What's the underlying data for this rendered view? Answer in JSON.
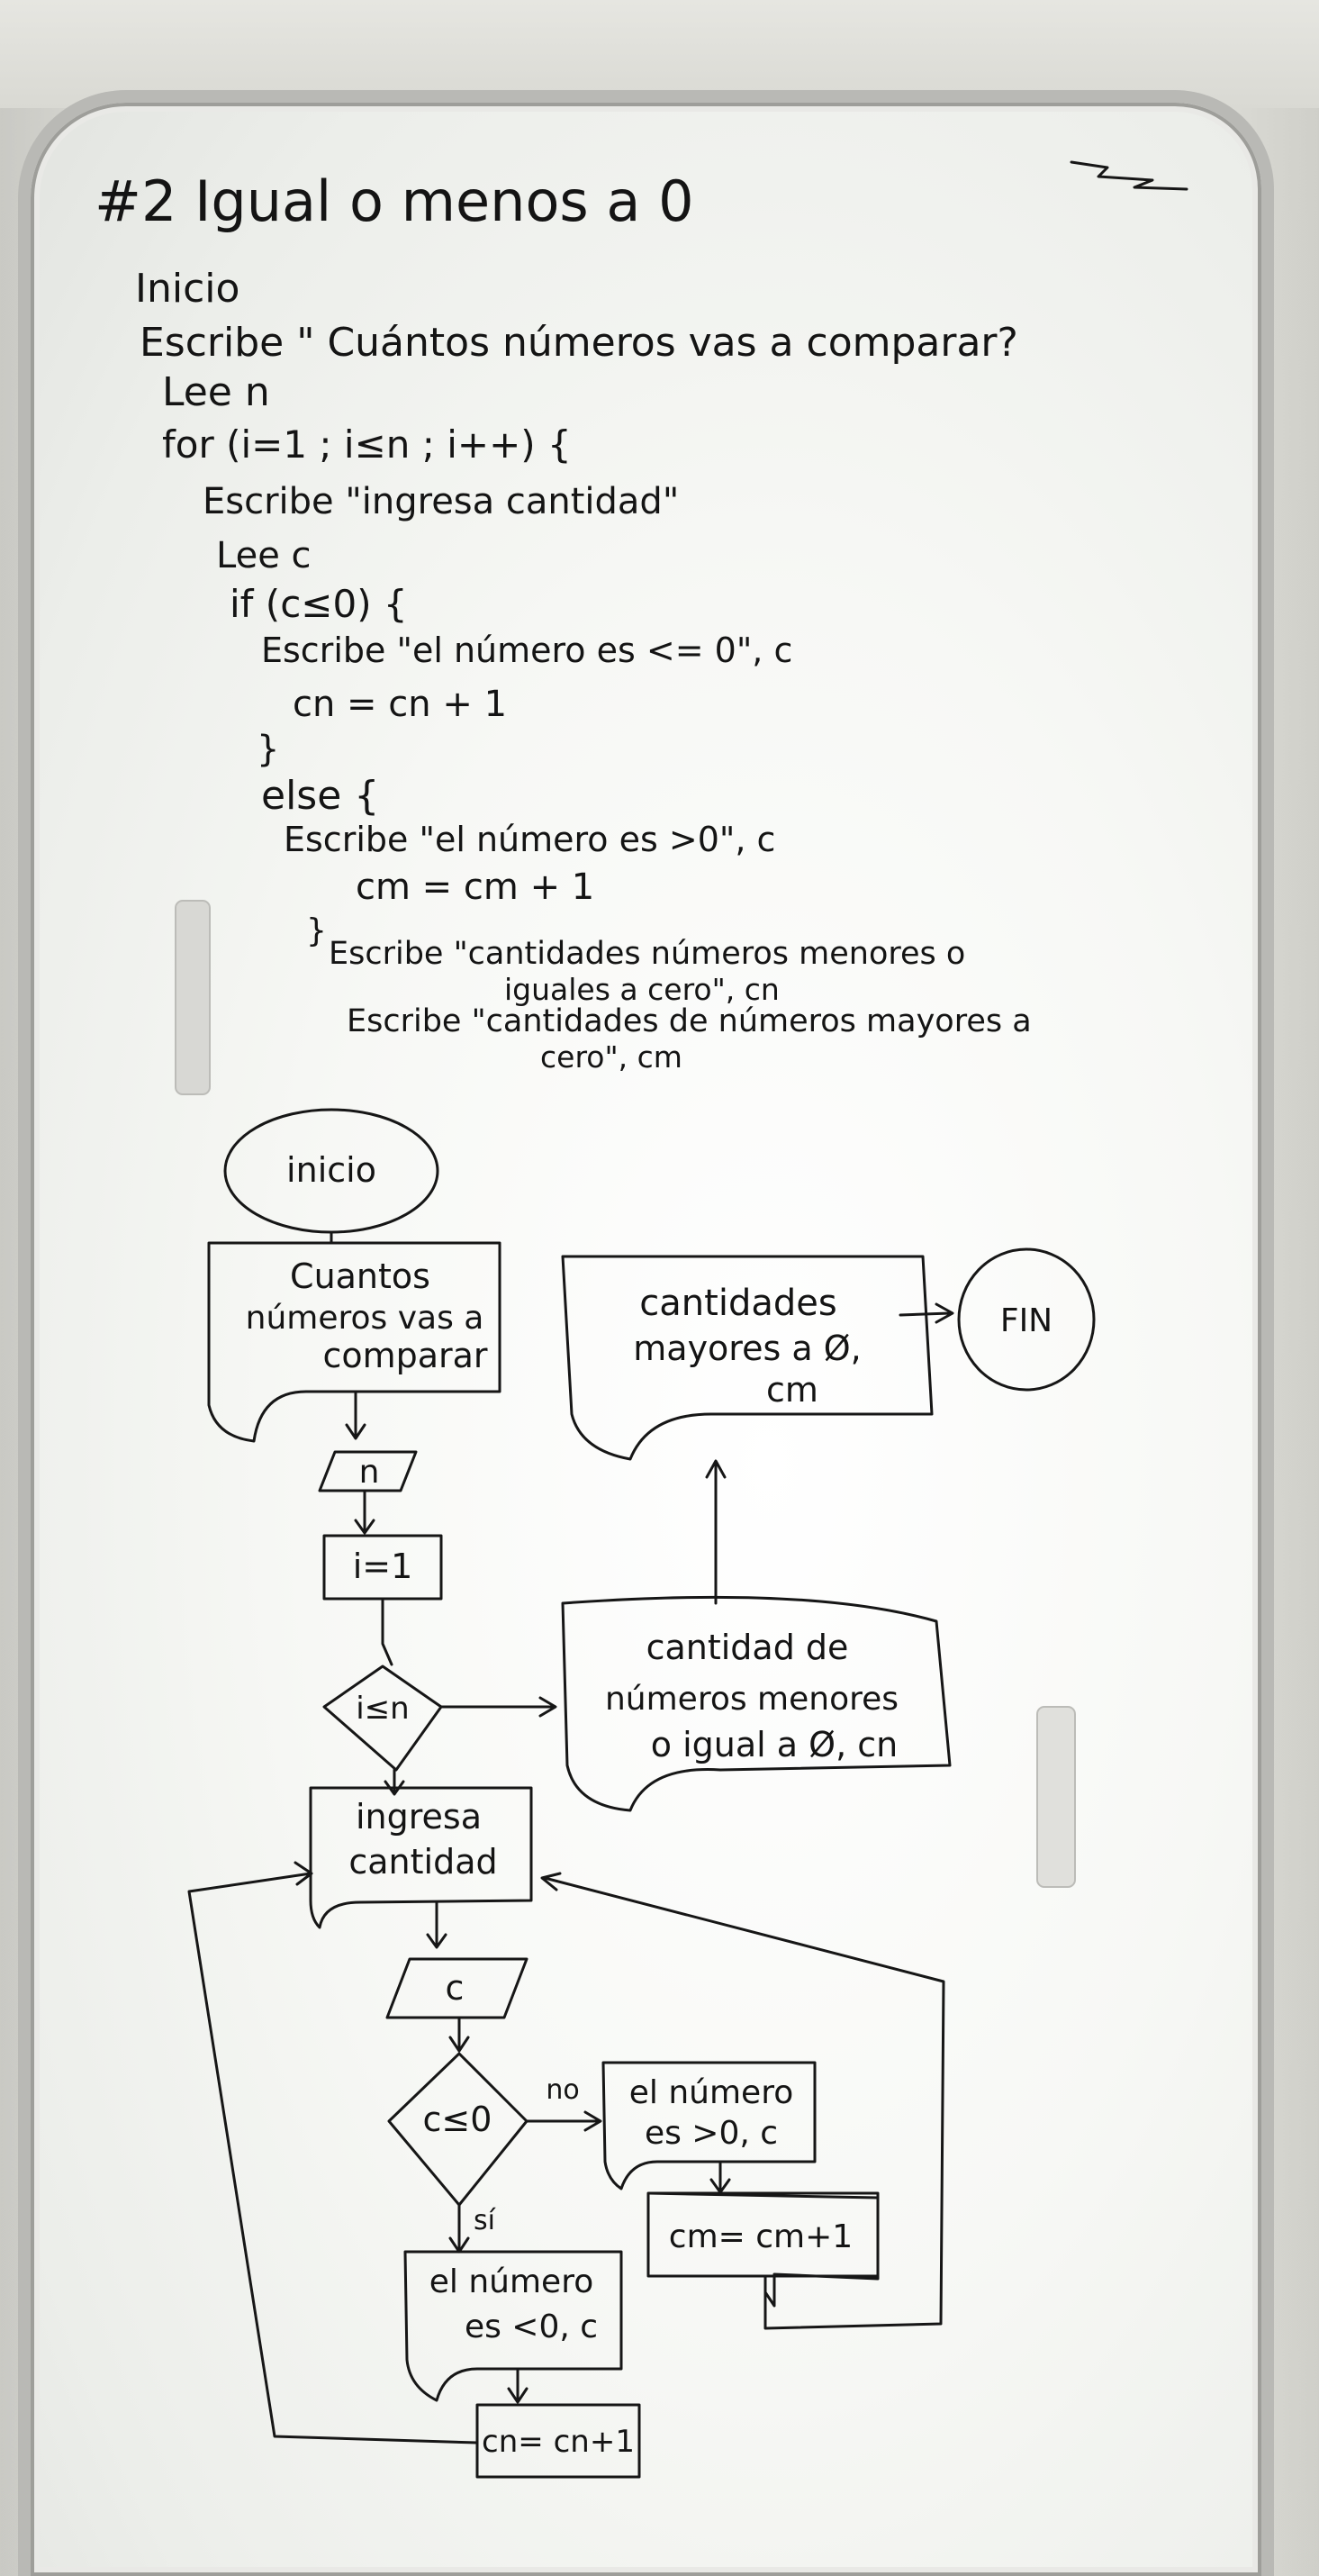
{
  "heading": "#2 Igual o menos a 0",
  "code": {
    "lines": [
      "Inicio",
      "Escribe \" Cuántos números vas a comparar?",
      "Lee n",
      "for (i=1 ; i≤n ; i++) {",
      "Escribe \"ingresa cantidad\"",
      "Lee c",
      "if (c≤0) {",
      "Escribe \"el número es <= 0\", c",
      "cn = cn + 1",
      "}",
      "else {",
      "Escribe \"el número es >0\", c",
      "cm = cm + 1",
      "}",
      "Escribe \"cantidades números menores o",
      "iguales a cero\", cn",
      "Escribe \"cantidades de números mayores a",
      "cero\", cm"
    ]
  },
  "flowchart": {
    "inicio": "inicio",
    "question": [
      "Cuantos",
      "números vas a",
      "comparar"
    ],
    "input_n": "n",
    "assign_i": "i=1",
    "cond_i": "i≤n",
    "less_count": [
      "cantidad de",
      "números menores",
      "o igual a Ø, cn"
    ],
    "greater_count": [
      "cantidades",
      "mayores a Ø,",
      "cm"
    ],
    "fin": "FIN",
    "ingresa": [
      "ingresa",
      "cantidad"
    ],
    "input_c": "c",
    "cond_c": "c≤0",
    "no_label": "no",
    "si_label": "sí",
    "gt_msg": [
      "el número",
      "es >0, c"
    ],
    "cm_assign": "cm= cm+1",
    "le_msg": [
      "el número",
      "es <0, c"
    ],
    "cn_assign": "cn= cn+1"
  }
}
